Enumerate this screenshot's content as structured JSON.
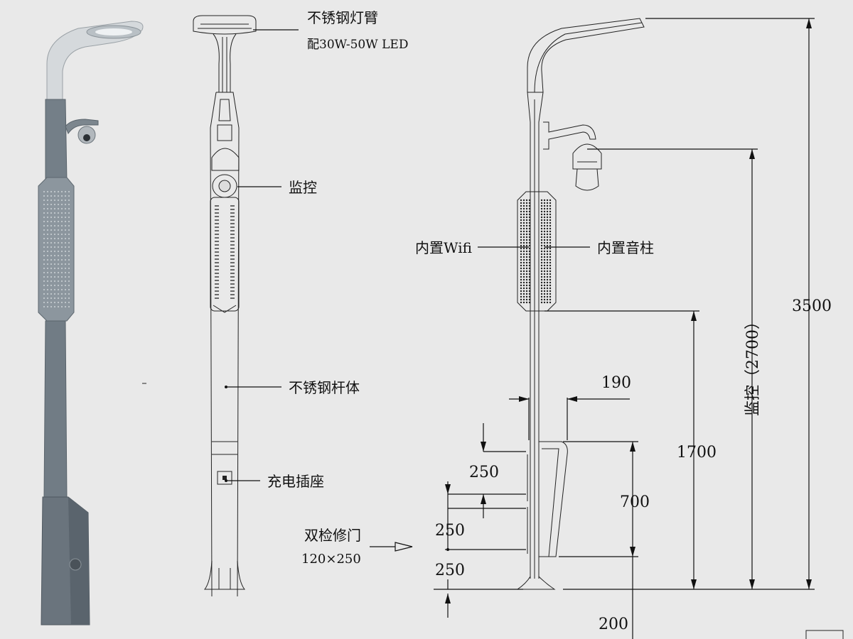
{
  "labels": {
    "arm_material": "不锈钢灯臂",
    "arm_led": "配30W-50W LED",
    "camera": "监控",
    "body": "不锈钢杆体",
    "socket": "充电插座",
    "wifi": "内置Wifi",
    "speaker": "内置音柱",
    "door_title": "双检修门",
    "door_size": "120×250"
  },
  "dimensions": {
    "total_height": "3500",
    "camera_height": "监控（2700）",
    "screen_bottom": "1700",
    "cabinet_height": "700",
    "width": "190",
    "door_gap_top": "250",
    "door_gap_mid": "250",
    "door_gap_bottom": "250",
    "base": "200"
  },
  "colors": {
    "background": "#e9e9e9",
    "render_pole": "#6f7a84",
    "render_pole_dark": "#56606a",
    "render_arm": "#cfd3d6",
    "line": "#111111"
  }
}
